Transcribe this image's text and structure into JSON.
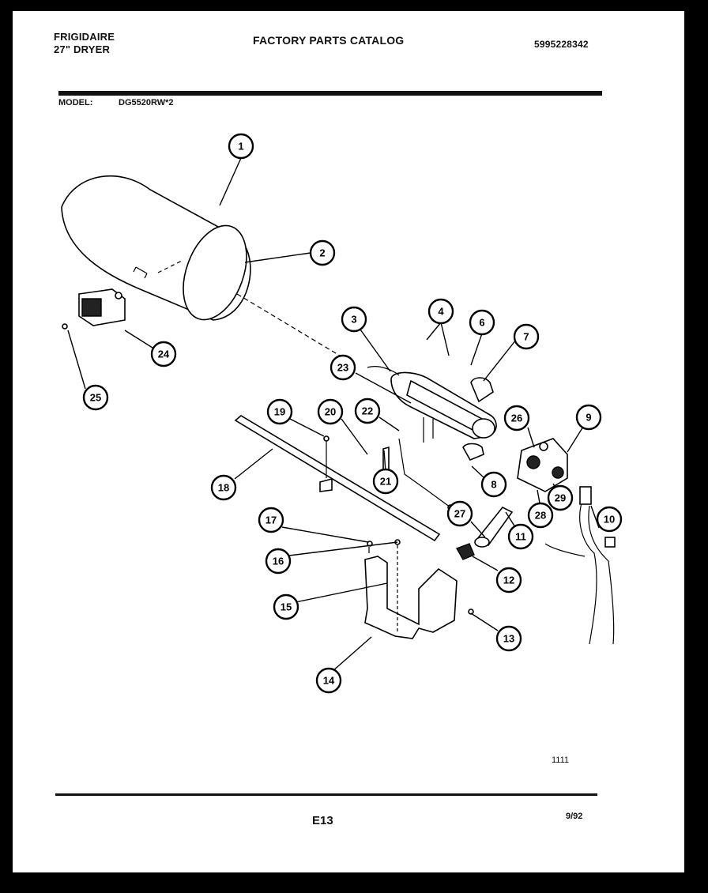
{
  "header": {
    "brand": "FRIGIDAIRE",
    "product": "27\" DRYER",
    "title": "FACTORY PARTS CATALOG",
    "catalog_number": "5995228342"
  },
  "model": {
    "label": "MODEL:",
    "value": "DG5520RW*2"
  },
  "callouts": [
    "1",
    "2",
    "3",
    "4",
    "6",
    "7",
    "23",
    "26",
    "9",
    "24",
    "25",
    "19",
    "20",
    "22",
    "18",
    "21",
    "8",
    "27",
    "11",
    "29",
    "28",
    "10",
    "17",
    "16",
    "12",
    "15",
    "13",
    "14"
  ],
  "footer": {
    "ref": "1111",
    "page": "E13",
    "date": "9/92"
  }
}
